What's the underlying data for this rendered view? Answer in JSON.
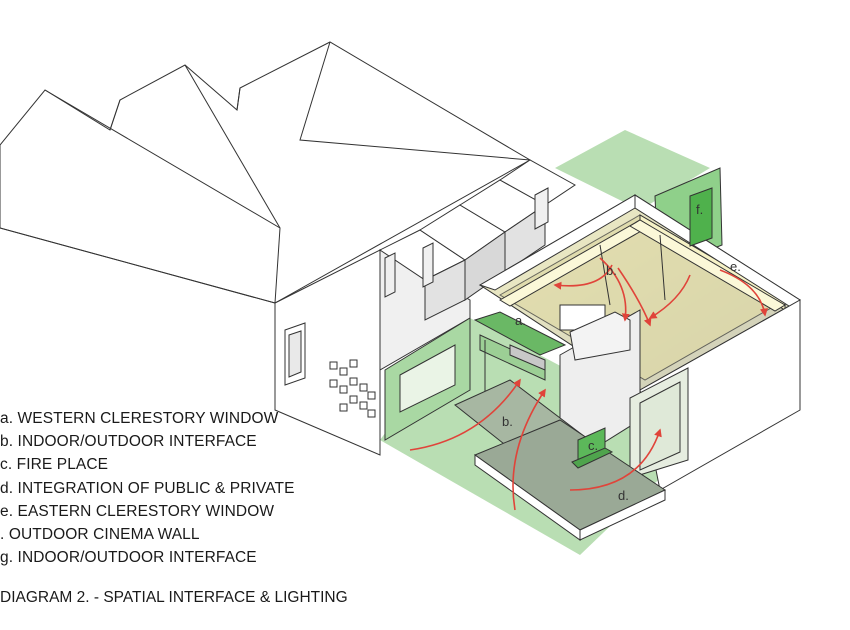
{
  "colors": {
    "green": "#b9deb3",
    "green_dark": "#5cb85a",
    "arrow": "#e0443a",
    "wall": "#ffffff",
    "wall_shade": "#d8d8d8",
    "interior_glow": "#e8e6c4",
    "line": "#333333"
  },
  "labels": {
    "a": "a.",
    "b1": "b.",
    "b2": "b.",
    "c": "c.",
    "d": "d.",
    "e": "e.",
    "f": "f."
  },
  "legend": [
    "a. WESTERN CLERESTORY WINDOW",
    "b. INDOOR/OUTDOOR INTERFACE",
    "c. FIRE PLACE",
    "d. INTEGRATION OF PUBLIC & PRIVATE",
    "e. EASTERN CLERESTORY WINDOW",
    ". OUTDOOR CINEMA WALL",
    "g. INDOOR/OUTDOOR INTERFACE"
  ],
  "caption": "DIAGRAM 2. - SPATIAL INTERFACE & LIGHTING"
}
